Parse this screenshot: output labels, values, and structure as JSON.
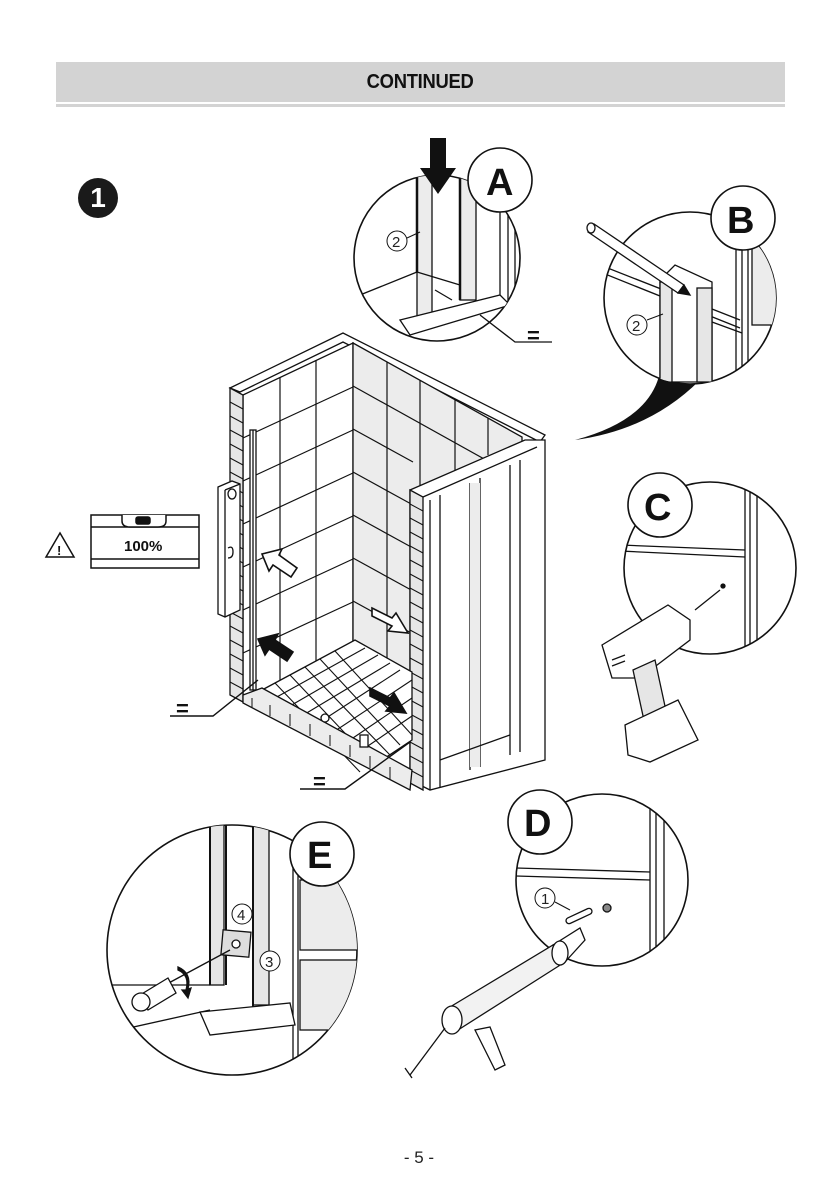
{
  "header": {
    "title": "CONTINUED"
  },
  "step": {
    "number": "1"
  },
  "level_tool": {
    "reading": "100%",
    "warning_symbol": "!"
  },
  "details": [
    {
      "id": "A",
      "part_number": "2",
      "equal_mark": "="
    },
    {
      "id": "B",
      "part_number": "2"
    },
    {
      "id": "C"
    },
    {
      "id": "D",
      "part_number": "1"
    },
    {
      "id": "E",
      "part_numbers": [
        "4",
        "3"
      ]
    }
  ],
  "main_view": {
    "equal_marks": [
      "=",
      "="
    ]
  },
  "footer": {
    "page_number": "- 5 -"
  },
  "colors": {
    "header_bg": "#d3d3d3",
    "ink": "#111111",
    "shade": "#e6e6e6"
  }
}
